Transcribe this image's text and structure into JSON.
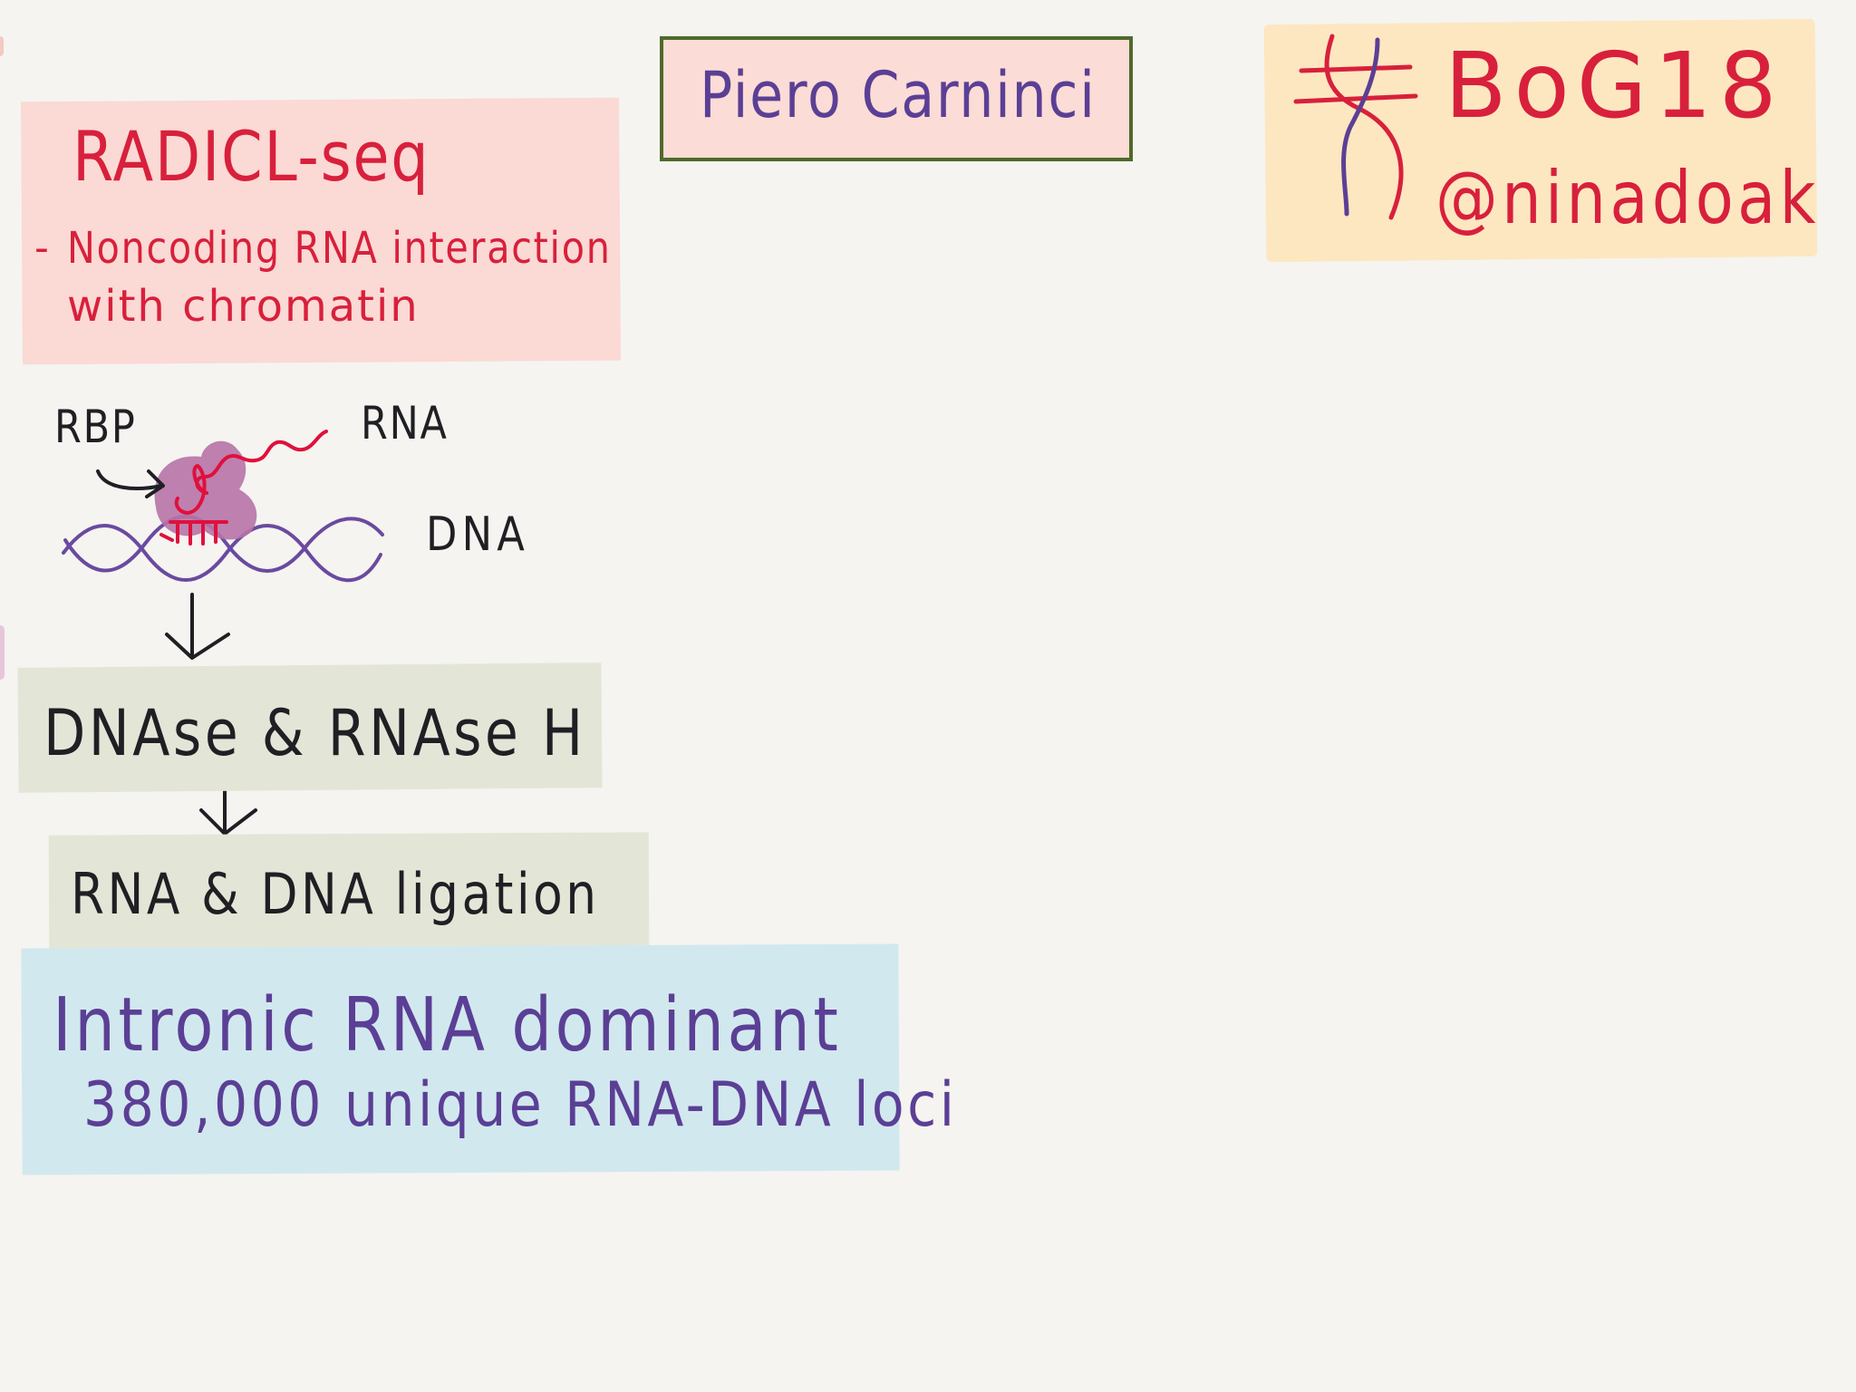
{
  "speaker": {
    "name": "Piero Carninci"
  },
  "hashtag": {
    "tag": "BoG18",
    "handle": "@ninadoak"
  },
  "intro": {
    "title": "RADICL-seq",
    "bullet_dash": "-",
    "bullet_line1": "Noncoding RNA interaction",
    "bullet_line2": "with chromatin"
  },
  "diagram": {
    "rbp_label": "RBP",
    "rna_label": "RNA",
    "dna_label": "DNA",
    "rna_color": "#e0103c",
    "dna_color": "#6a4aa0",
    "rbp_color": "#b873a6"
  },
  "steps": [
    {
      "label": "DNAse & RNAse H"
    },
    {
      "label": "RNA & DNA ligation"
    }
  ],
  "results": {
    "line1": "Intronic RNA dominant",
    "line2": "380,000 unique RNA-DNA loci"
  },
  "colors": {
    "background": "#f5f4f0",
    "title_red": "#d8203c",
    "ink_purple": "#5b3f95",
    "ink_black": "#1f1f24",
    "pink_box": "#fbd9d4",
    "speaker_box": "#fcdcd6",
    "speaker_border": "#4e6a2a",
    "orange_box": "#fde7c0",
    "green_box": "#e3e6d7",
    "blue_box": "#d2e8ef"
  }
}
